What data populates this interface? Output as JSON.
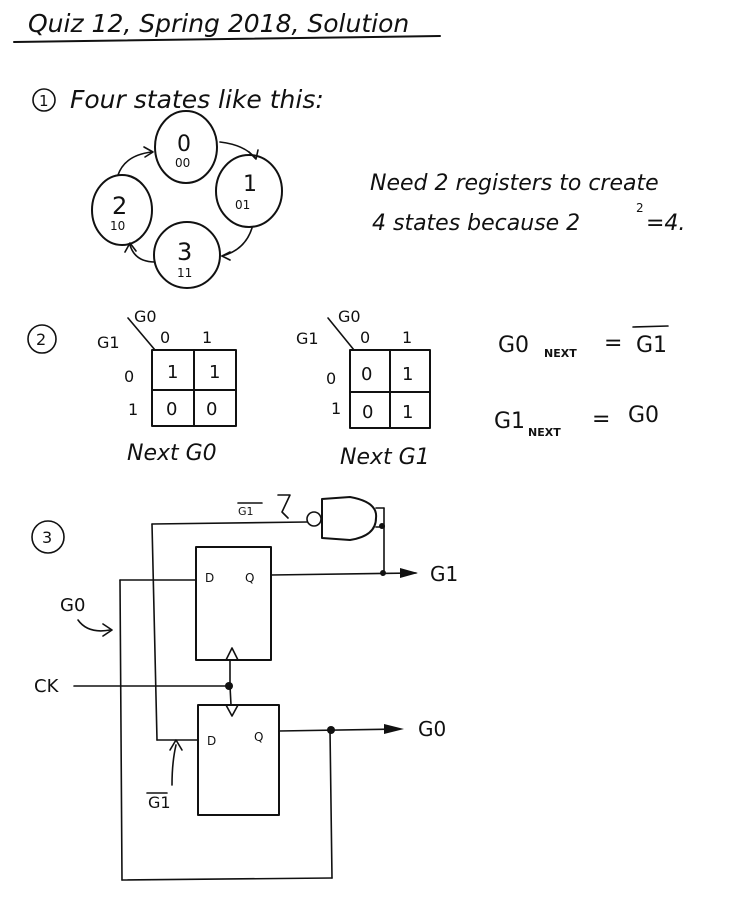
{
  "title": "Quiz 12, Spring 2018, Solution",
  "q1": {
    "number": "1",
    "heading": "Four states like this:",
    "states": [
      {
        "num": "0",
        "code": "00"
      },
      {
        "num": "1",
        "code": "01"
      },
      {
        "num": "3",
        "code": "11"
      },
      {
        "num": "2",
        "code": "10"
      }
    ],
    "note_line1": "Need 2 registers to create",
    "note_line2": "4 states because 2",
    "note_exp": "2",
    "note_tail": "=4."
  },
  "q2": {
    "number": "2",
    "kmap_g0": {
      "col_var": "G0",
      "row_var": "G1",
      "col_headers": [
        "0",
        "1"
      ],
      "row_headers": [
        "0",
        "1"
      ],
      "cells": [
        [
          "1",
          "1"
        ],
        [
          "0",
          "0"
        ]
      ],
      "caption": "Next G0"
    },
    "kmap_g1": {
      "col_var": "G0",
      "row_var": "G1",
      "col_headers": [
        "0",
        "1"
      ],
      "row_headers": [
        "0",
        "1"
      ],
      "cells": [
        [
          "0",
          "1"
        ],
        [
          "0",
          "1"
        ]
      ],
      "caption": "Next G1"
    },
    "eq1": {
      "lhs": "G0",
      "sub": "NEXT",
      "eq": "=",
      "rhs": "G1"
    },
    "eq2": {
      "lhs": "G1",
      "sub": "NEXT",
      "eq": "=",
      "rhs": "G0"
    }
  },
  "q3": {
    "number": "3",
    "g1bar_top": "G1",
    "g1_out": "G1",
    "g0_out": "G0",
    "g0_in": "G0",
    "ck": "CK",
    "g1bar_bottom": "G1",
    "ff_d": "D",
    "ff_q": "Q"
  }
}
